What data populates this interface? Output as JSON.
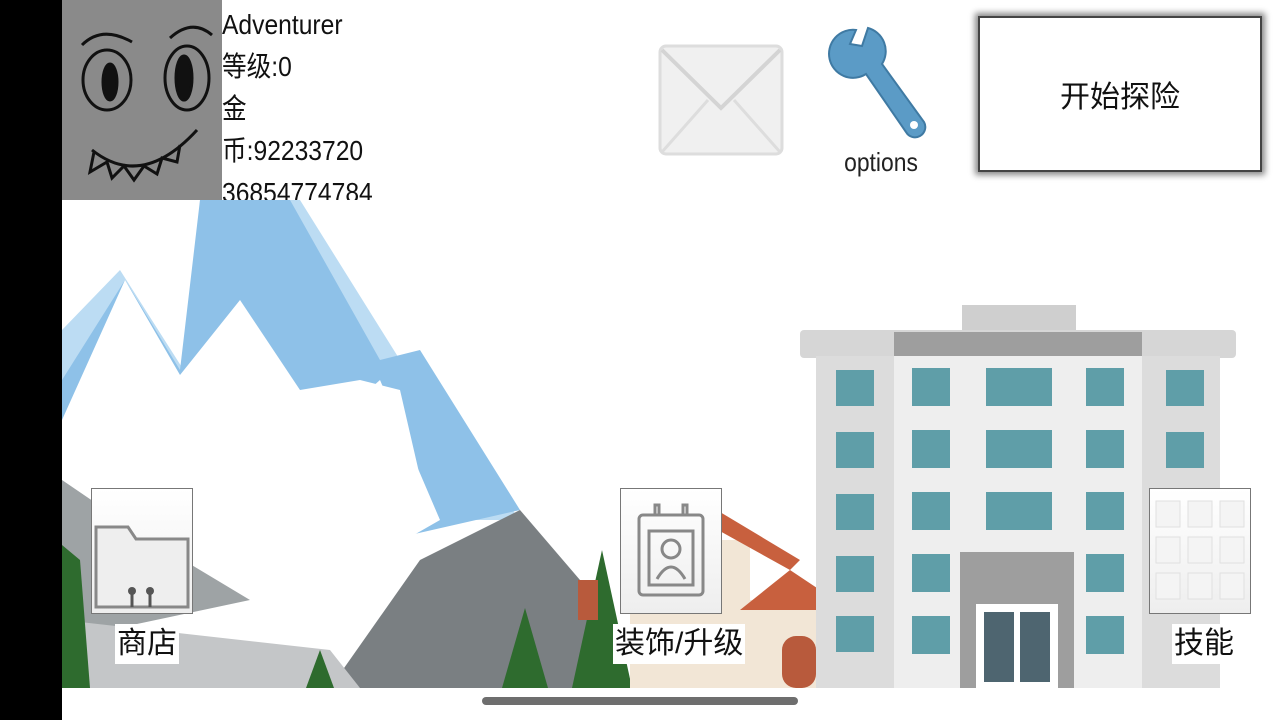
{
  "player": {
    "name": "Adventurer",
    "level": "等级:0",
    "gold_line1": "金",
    "gold_line2": "币:92233720",
    "gold_line3": "36854774784"
  },
  "toolbar": {
    "mail_icon": "envelope-icon",
    "options_label": "options",
    "start_label": "开始探险"
  },
  "bottom_menu": [
    {
      "label": "商店",
      "icon": "folder-icon"
    },
    {
      "label": "装饰/升级",
      "icon": "id-card-icon"
    },
    {
      "label": "技能",
      "icon": "grid-icon"
    }
  ],
  "colors": {
    "sky_mountain": "#8ec1e8",
    "snow": "#ffffff",
    "rock": "#7a7f82",
    "tree": "#2e6b2e",
    "building": "#d8d8d8",
    "window": "#5f9ea8"
  }
}
